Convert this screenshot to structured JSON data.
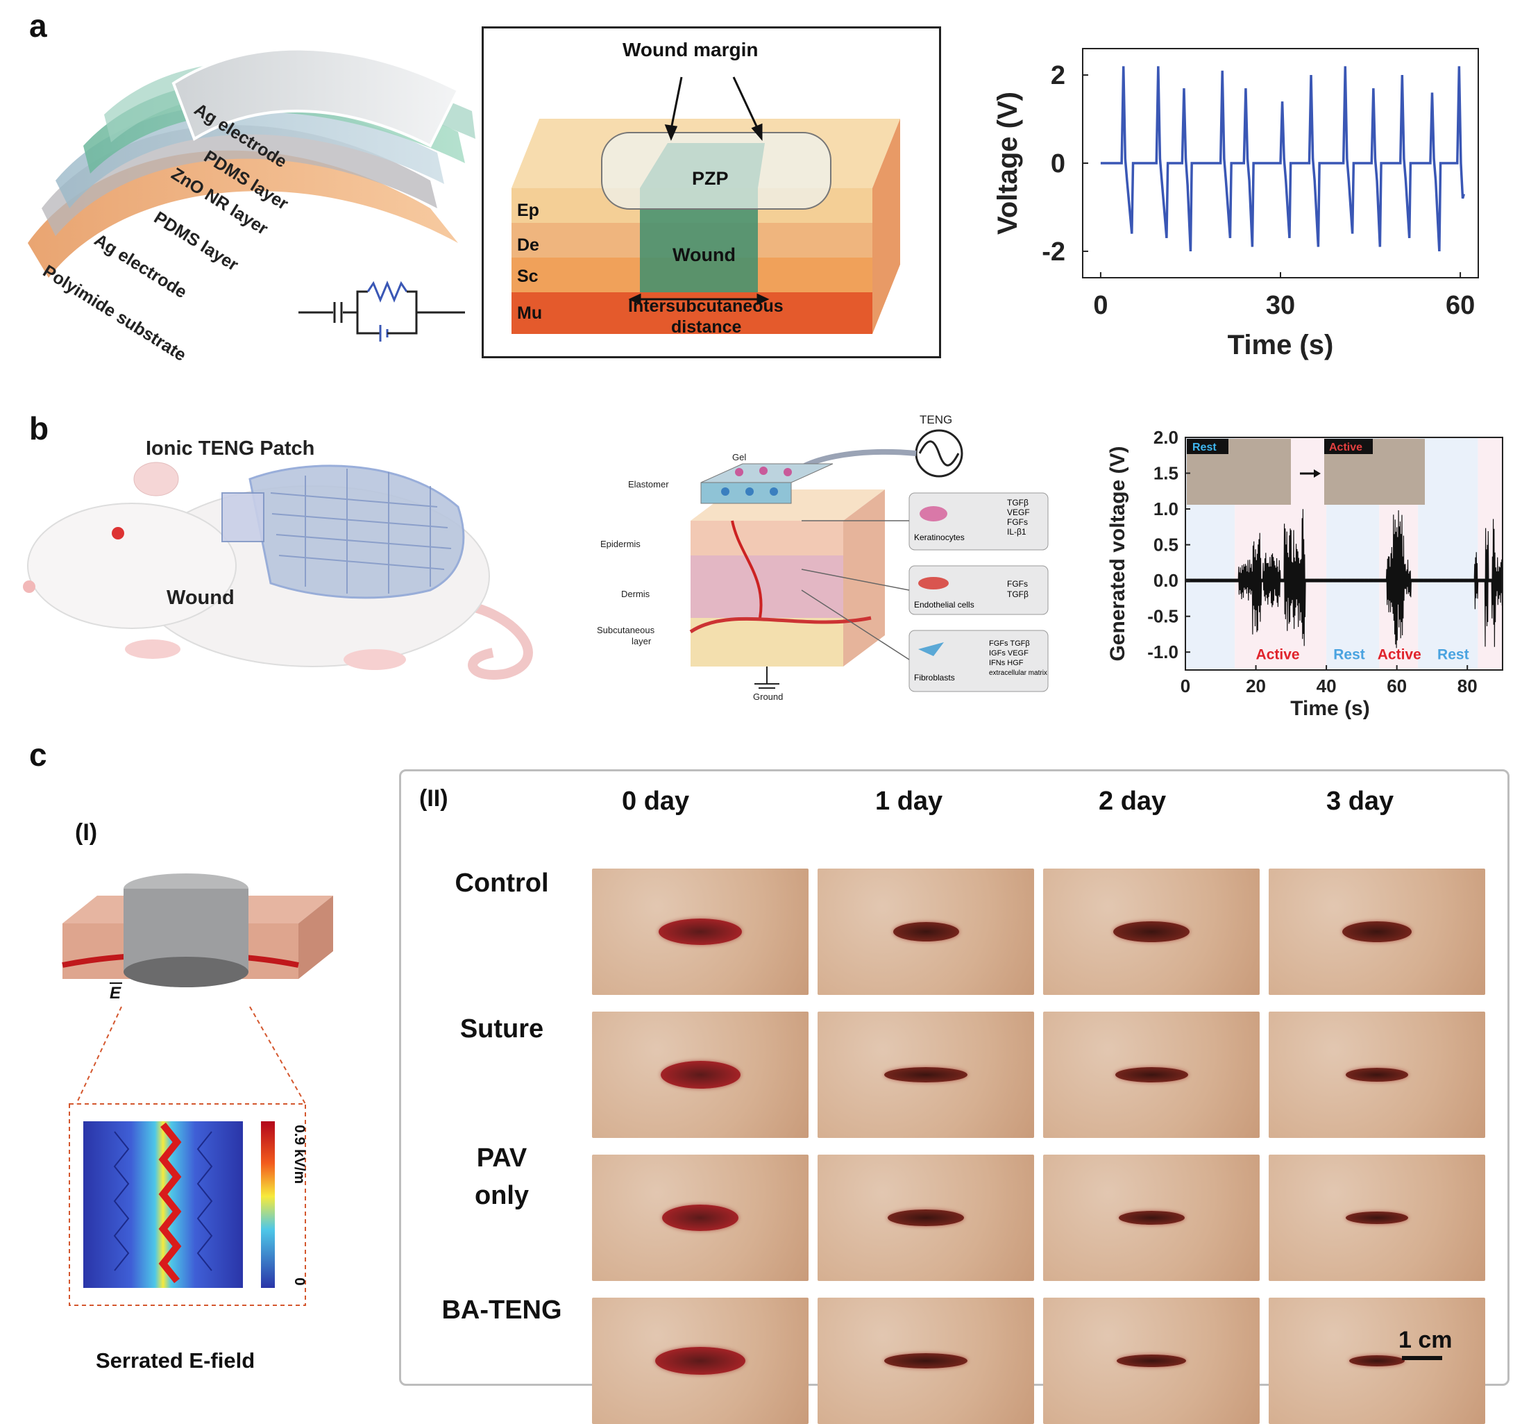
{
  "panels": {
    "a": {
      "letter": "a",
      "layers": [
        "Ag electrode",
        "PDMS layer",
        "ZnO NR layer",
        "PDMS layer",
        "Ag electrode",
        "Polyimide substrate"
      ],
      "wound_diagram": {
        "wound_margin": "Wound margin",
        "pzp": "PZP",
        "wound": "Wound",
        "intersubcutaneous": "Intersubcutaneous",
        "distance": "distance",
        "tissue_layers": [
          "Ep",
          "De",
          "Sc",
          "Mu"
        ]
      }
    },
    "b": {
      "letter": "b",
      "patch_label": "Ionic TENG Patch",
      "wound_label": "Wound",
      "schematic": {
        "teng": "TENG",
        "gel": "Gel",
        "elastomer": "Elastomer",
        "epidermis": "Epidermis",
        "dermis": "Dermis",
        "subcutaneous": [
          "Subcutaneous",
          "layer"
        ],
        "ground": "Ground",
        "cells": [
          {
            "name": "Keratinocytes",
            "factors": [
              "TGFβ",
              "VEGF",
              "FGFs",
              "IL-β1"
            ]
          },
          {
            "name": "Endothelial cells",
            "factors": [
              "FGFs",
              "TGFβ"
            ]
          },
          {
            "name": "Fibroblasts",
            "factors": [
              "FGFs  TGFβ",
              "IGFs   VEGF",
              "IFNs   HGF",
              "extracellular matrix"
            ]
          }
        ]
      },
      "photo_labels": {
        "rest": "Rest",
        "active": "Active"
      },
      "phase_labels": {
        "active1": "Active",
        "rest1": "Rest",
        "active2": "Active",
        "rest2": "Rest"
      }
    },
    "c": {
      "letter": "c",
      "sub1": "(I)",
      "sub2": "(II)",
      "efield_vector": "E",
      "colorbar_max": "0.9 kV/m",
      "colorbar_min": "0",
      "serrated_caption": "Serrated E-field",
      "days": [
        "0 day",
        "1 day",
        "2 day",
        "3 day"
      ],
      "rows": [
        "Control",
        "Suture",
        "PAV\nonly",
        "BA-TENG"
      ],
      "scale_bar": "1 cm"
    }
  },
  "chart_data": [
    {
      "type": "line",
      "xlabel": "Time (s)",
      "ylabel": "Voltage (V)",
      "xlim": [
        -3,
        63
      ],
      "ylim": [
        -2.6,
        2.6
      ],
      "xticks": [
        0,
        30,
        60
      ],
      "yticks": [
        2,
        0,
        -2
      ],
      "grid": false,
      "series": [
        {
          "color": "#3a57b5",
          "x": [
            0,
            3.5,
            3.8,
            4.1,
            4.4,
            5.2,
            5.4,
            9.3,
            9.6,
            9.9,
            10.2,
            11.0,
            11.2,
            13.6,
            13.9,
            14.2,
            14.5,
            15.0,
            15.2,
            20.0,
            20.3,
            20.6,
            20.9,
            21.6,
            21.8,
            23.9,
            24.2,
            24.5,
            24.8,
            25.3,
            25.5,
            30.0,
            30.3,
            30.6,
            30.9,
            31.5,
            31.7,
            34.8,
            35.1,
            35.4,
            35.7,
            36.3,
            36.5,
            40.5,
            40.8,
            41.1,
            41.4,
            42.0,
            42.2,
            45.2,
            45.5,
            45.8,
            46.1,
            46.6,
            46.8,
            50.0,
            50.3,
            50.6,
            50.9,
            51.5,
            51.7,
            55.0,
            55.3,
            55.6,
            55.9,
            56.5,
            56.7,
            59.5,
            59.8,
            60.1,
            60.4,
            60.6
          ],
          "y": [
            0,
            0,
            2.2,
            0.1,
            -0.4,
            -1.6,
            0,
            0,
            2.2,
            0.1,
            -0.4,
            -1.7,
            0,
            0,
            1.7,
            0.1,
            -0.5,
            -2.0,
            0,
            0,
            2.1,
            0.1,
            -0.4,
            -1.7,
            0,
            0,
            1.7,
            0.1,
            -0.4,
            -1.9,
            0,
            0,
            1.4,
            0.1,
            -0.4,
            -1.7,
            0,
            0,
            2.0,
            0.1,
            -0.4,
            -1.9,
            0,
            0,
            2.2,
            0.1,
            -0.4,
            -1.6,
            0,
            0,
            1.7,
            0.1,
            -0.4,
            -1.9,
            0,
            0,
            2.0,
            0.1,
            -0.4,
            -1.7,
            0,
            0,
            1.6,
            0.1,
            -0.4,
            -2.0,
            0,
            0,
            2.2,
            0.0,
            -0.8,
            -0.7
          ]
        }
      ]
    },
    {
      "type": "line",
      "xlabel": "Time (s)",
      "ylabel": "Generated voltage (V)",
      "xlim": [
        0,
        90
      ],
      "ylim": [
        -1.25,
        2.0
      ],
      "xticks": [
        0,
        20,
        40,
        60,
        80
      ],
      "yticks": [
        2.0,
        1.5,
        1.0,
        0.5,
        0.0,
        -0.5,
        -1.0
      ],
      "grid": false,
      "background_bands": [
        {
          "from": 0,
          "to": 14,
          "phase": "rest",
          "color": "#eaf1fa"
        },
        {
          "from": 14,
          "to": 40,
          "phase": "active",
          "color": "#fbeef2"
        },
        {
          "from": 40,
          "to": 55,
          "phase": "rest",
          "color": "#eaf1fa"
        },
        {
          "from": 55,
          "to": 66,
          "phase": "active",
          "color": "#fbeef2"
        },
        {
          "from": 66,
          "to": 83,
          "phase": "rest",
          "color": "#eaf1fa"
        },
        {
          "from": 83,
          "to": 90,
          "phase": "active",
          "color": "#fbeef2"
        }
      ],
      "series": [
        {
          "color": "#111111",
          "bursts": [
            {
              "from": 15,
              "to": 19,
              "amp": 0.3
            },
            {
              "from": 19,
              "to": 21.5,
              "amp": 0.8
            },
            {
              "from": 22,
              "to": 27,
              "amp": 0.4
            },
            {
              "from": 28,
              "to": 34,
              "amp": 0.8
            },
            {
              "from": 33,
              "to": 34,
              "amp": 1.05
            },
            {
              "from": 57,
              "to": 59,
              "amp": 0.5
            },
            {
              "from": 59,
              "to": 62,
              "amp": 1.0
            },
            {
              "from": 62,
              "to": 64,
              "amp": 0.3
            },
            {
              "from": 82,
              "to": 83,
              "amp": 0.45
            },
            {
              "from": 85,
              "to": 86,
              "amp": 1.05
            },
            {
              "from": 87,
              "to": 88,
              "amp": 1.05
            },
            {
              "from": 88,
              "to": 90,
              "amp": 0.4
            }
          ]
        }
      ]
    }
  ]
}
